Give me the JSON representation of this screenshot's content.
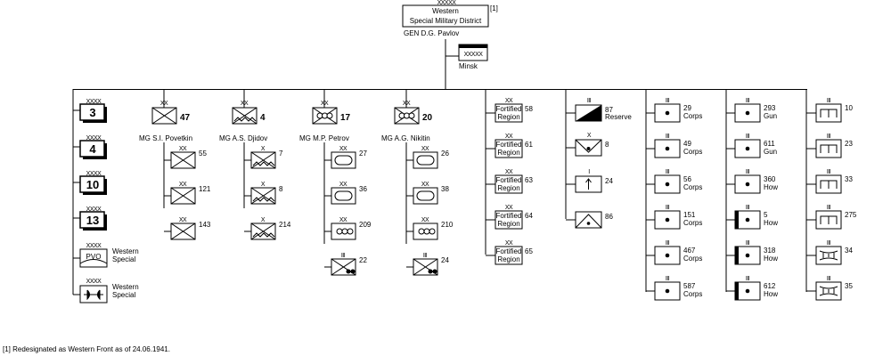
{
  "hq": {
    "echelon": "XXXXX",
    "name_line1": "Western",
    "name_line2": "Special Military District",
    "note_ref": "[1]",
    "commander": "GEN  D.G. Pavlov"
  },
  "minsk": {
    "echelon": "XXXXX",
    "label": "Minsk"
  },
  "fronts": [
    {
      "echelon": "XXXX",
      "number": "3"
    },
    {
      "echelon": "XXXX",
      "number": "4"
    },
    {
      "echelon": "XXXX",
      "number": "10"
    },
    {
      "echelon": "XXXX",
      "number": "13"
    }
  ],
  "pvo": {
    "echelon": "XXXX",
    "text": "PVO",
    "label1": "Western",
    "label2": "Special"
  },
  "signals": {
    "echelon": "XXXX",
    "label1": "Western",
    "label2": "Special"
  },
  "corps": [
    {
      "echelon": "XX",
      "number": "47",
      "commander": "MG  S.I. Povetkin",
      "divisions": [
        {
          "echelon": "XX",
          "label": "55"
        },
        {
          "echelon": "XX",
          "label": "121"
        },
        {
          "echelon": "XX",
          "label": "143"
        }
      ]
    },
    {
      "echelon": "XX",
      "number": "4",
      "commander": "MG  A.S. Djidov",
      "divisions": [
        {
          "echelon": "X",
          "label": "7"
        },
        {
          "echelon": "X",
          "label": "8"
        },
        {
          "echelon": "X",
          "label": "214"
        }
      ]
    },
    {
      "echelon": "XX",
      "number": "17",
      "commander": "MG  M.P. Petrov",
      "divisions": [
        {
          "echelon": "XX",
          "label": "27"
        },
        {
          "echelon": "XX",
          "label": "36"
        },
        {
          "echelon": "XX",
          "label": "209"
        },
        {
          "echelon": "III",
          "label": "22"
        }
      ]
    },
    {
      "echelon": "XX",
      "number": "20",
      "commander": "MG  A.G. Nikitin",
      "divisions": [
        {
          "echelon": "XX",
          "label": "26"
        },
        {
          "echelon": "XX",
          "label": "38"
        },
        {
          "echelon": "XX",
          "label": "210"
        },
        {
          "echelon": "III",
          "label": "24"
        }
      ]
    }
  ],
  "fortified": {
    "line1": "Fortified",
    "line2": "Region",
    "items": [
      {
        "echelon": "XX",
        "label": "58"
      },
      {
        "echelon": "XX",
        "label": "61"
      },
      {
        "echelon": "XX",
        "label": "63"
      },
      {
        "echelon": "XX",
        "label": "64"
      },
      {
        "echelon": "XX",
        "label": "65"
      }
    ]
  },
  "misc": [
    {
      "echelon": "III",
      "label": "87",
      "sub": "Reserve"
    },
    {
      "echelon": "X",
      "label": "8",
      "sub": ""
    },
    {
      "echelon": "I",
      "label": "24",
      "sub": ""
    },
    {
      "echelon": "",
      "label": "86",
      "sub": ""
    }
  ],
  "corps_art": [
    {
      "echelon": "III",
      "label": "29",
      "sub": "Corps"
    },
    {
      "echelon": "III",
      "label": "49",
      "sub": "Corps"
    },
    {
      "echelon": "III",
      "label": "56",
      "sub": "Corps"
    },
    {
      "echelon": "III",
      "label": "151",
      "sub": "Corps"
    },
    {
      "echelon": "III",
      "label": "467",
      "sub": "Corps"
    },
    {
      "echelon": "III",
      "label": "587",
      "sub": "Corps"
    }
  ],
  "rgk_art": [
    {
      "echelon": "III",
      "label": "293",
      "sub": "Gun"
    },
    {
      "echelon": "III",
      "label": "611",
      "sub": "Gun"
    },
    {
      "echelon": "III",
      "label": "360",
      "sub": "How"
    },
    {
      "echelon": "III",
      "label": "5",
      "sub": "How"
    },
    {
      "echelon": "III",
      "label": "318",
      "sub": "How"
    },
    {
      "echelon": "III",
      "label": "612",
      "sub": "How"
    }
  ],
  "engineers": [
    {
      "echelon": "III",
      "label": "10"
    },
    {
      "echelon": "III",
      "label": "23"
    },
    {
      "echelon": "III",
      "label": "33"
    },
    {
      "echelon": "III",
      "label": "275"
    },
    {
      "echelon": "III",
      "label": "34"
    },
    {
      "echelon": "III",
      "label": "35"
    }
  ],
  "footnote": "[1] Redesignated as Western Front as of 24.06.1941."
}
